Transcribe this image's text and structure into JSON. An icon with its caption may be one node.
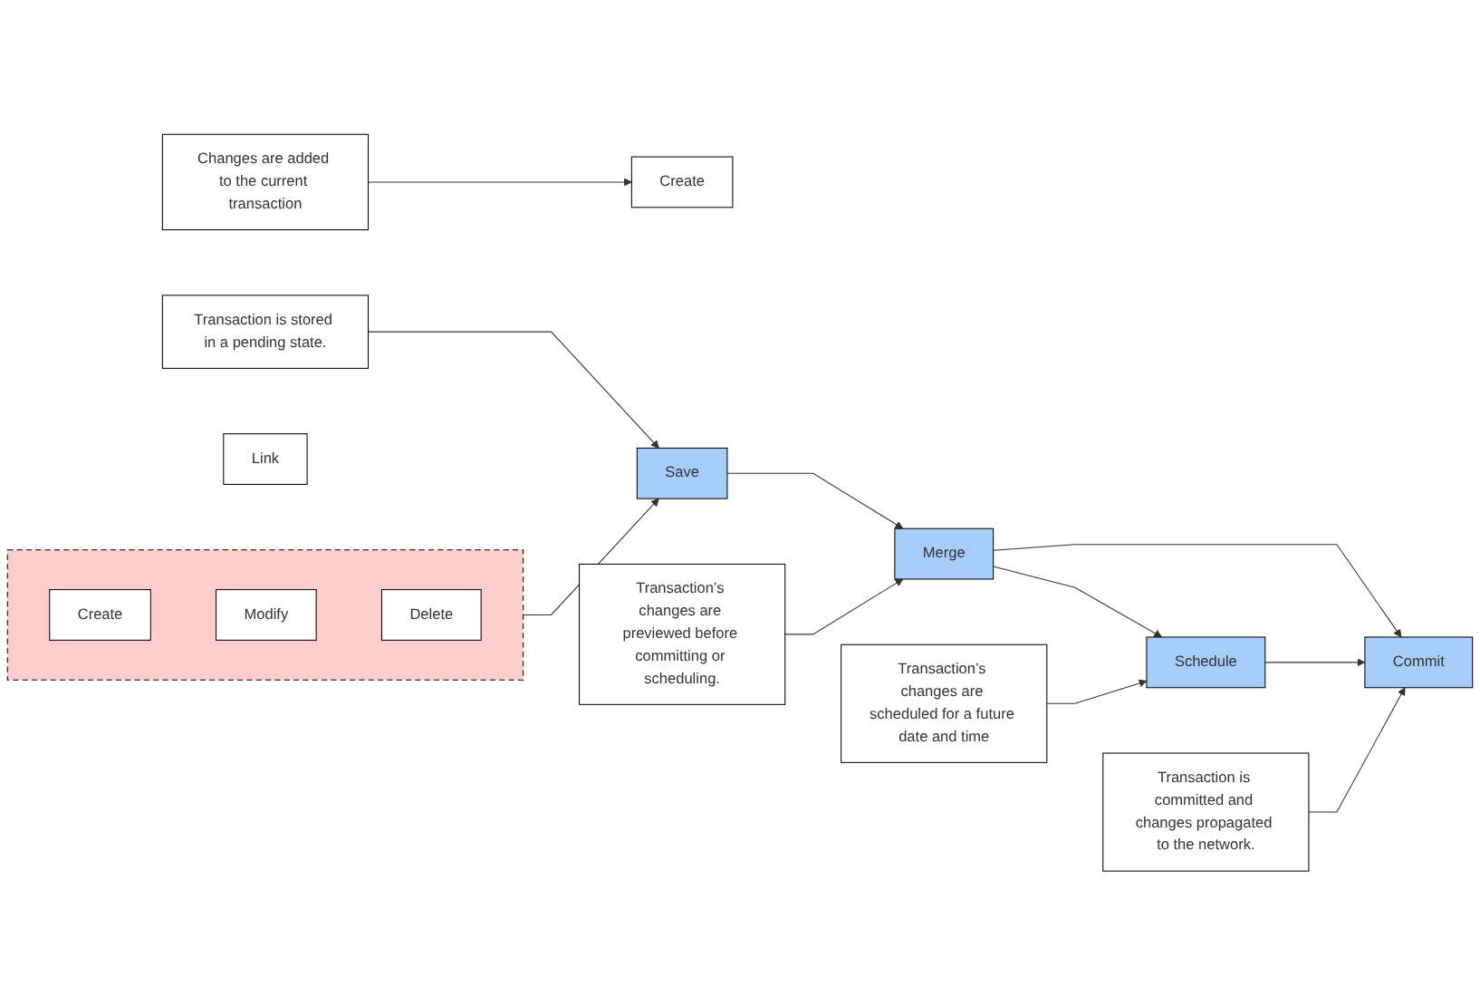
{
  "diagram": {
    "nodes": [
      {
        "text": [
          "Changes are added to the current transaction"
        ]
      },
      {
        "text": [
          "Create"
        ]
      },
      {
        "text": [
          "Link"
        ]
      },
      {
        "text": [],
        "shape": "box"
      },
      {
        "text": [
          "Create"
        ],
        "in": 3
      },
      {
        "text": [
          "Modify"
        ],
        "in": 3
      },
      {
        "text": [
          "Delete"
        ],
        "in": 3
      },
      {
        "text": [
          "Transaction is stored in a pending state."
        ]
      },
      {
        "text": [
          "Save"
        ]
      },
      {
        "text": [
          "Transaction’s changes are previewed before committing or scheduling."
        ]
      },
      {
        "text": [
          "Merge"
        ]
      },
      {
        "text": [
          "Transaction is committed and changes propagated to the network."
        ]
      },
      {
        "text": [
          "Commit"
        ]
      },
      {
        "text": [
          "Schedule"
        ]
      },
      {
        "text": [
          "Transaction’s changes are scheduled for a future date and time"
        ]
      }
    ],
    "edges": [
      {
        "from": 0,
        "to": 1,
        "arrow": "to"
      },
      {
        "from": 3,
        "to": 8,
        "arrow": "to"
      },
      {
        "from": 7,
        "to": 8,
        "arrow": "to"
      },
      {
        "from": 8,
        "to": 10,
        "arrow": "to"
      },
      {
        "from": 9,
        "to": 10,
        "arrow": "to"
      },
      {
        "from": 10,
        "to": 12,
        "arrow": "to"
      },
      {
        "from": 10,
        "to": 13,
        "arrow": "to"
      },
      {
        "from": 13,
        "to": 12,
        "arrow": "to"
      },
      {
        "from": 11,
        "to": 12,
        "arrow": "to"
      },
      {
        "from": 14,
        "to": 13,
        "arrow": "to"
      }
    ]
  }
}
